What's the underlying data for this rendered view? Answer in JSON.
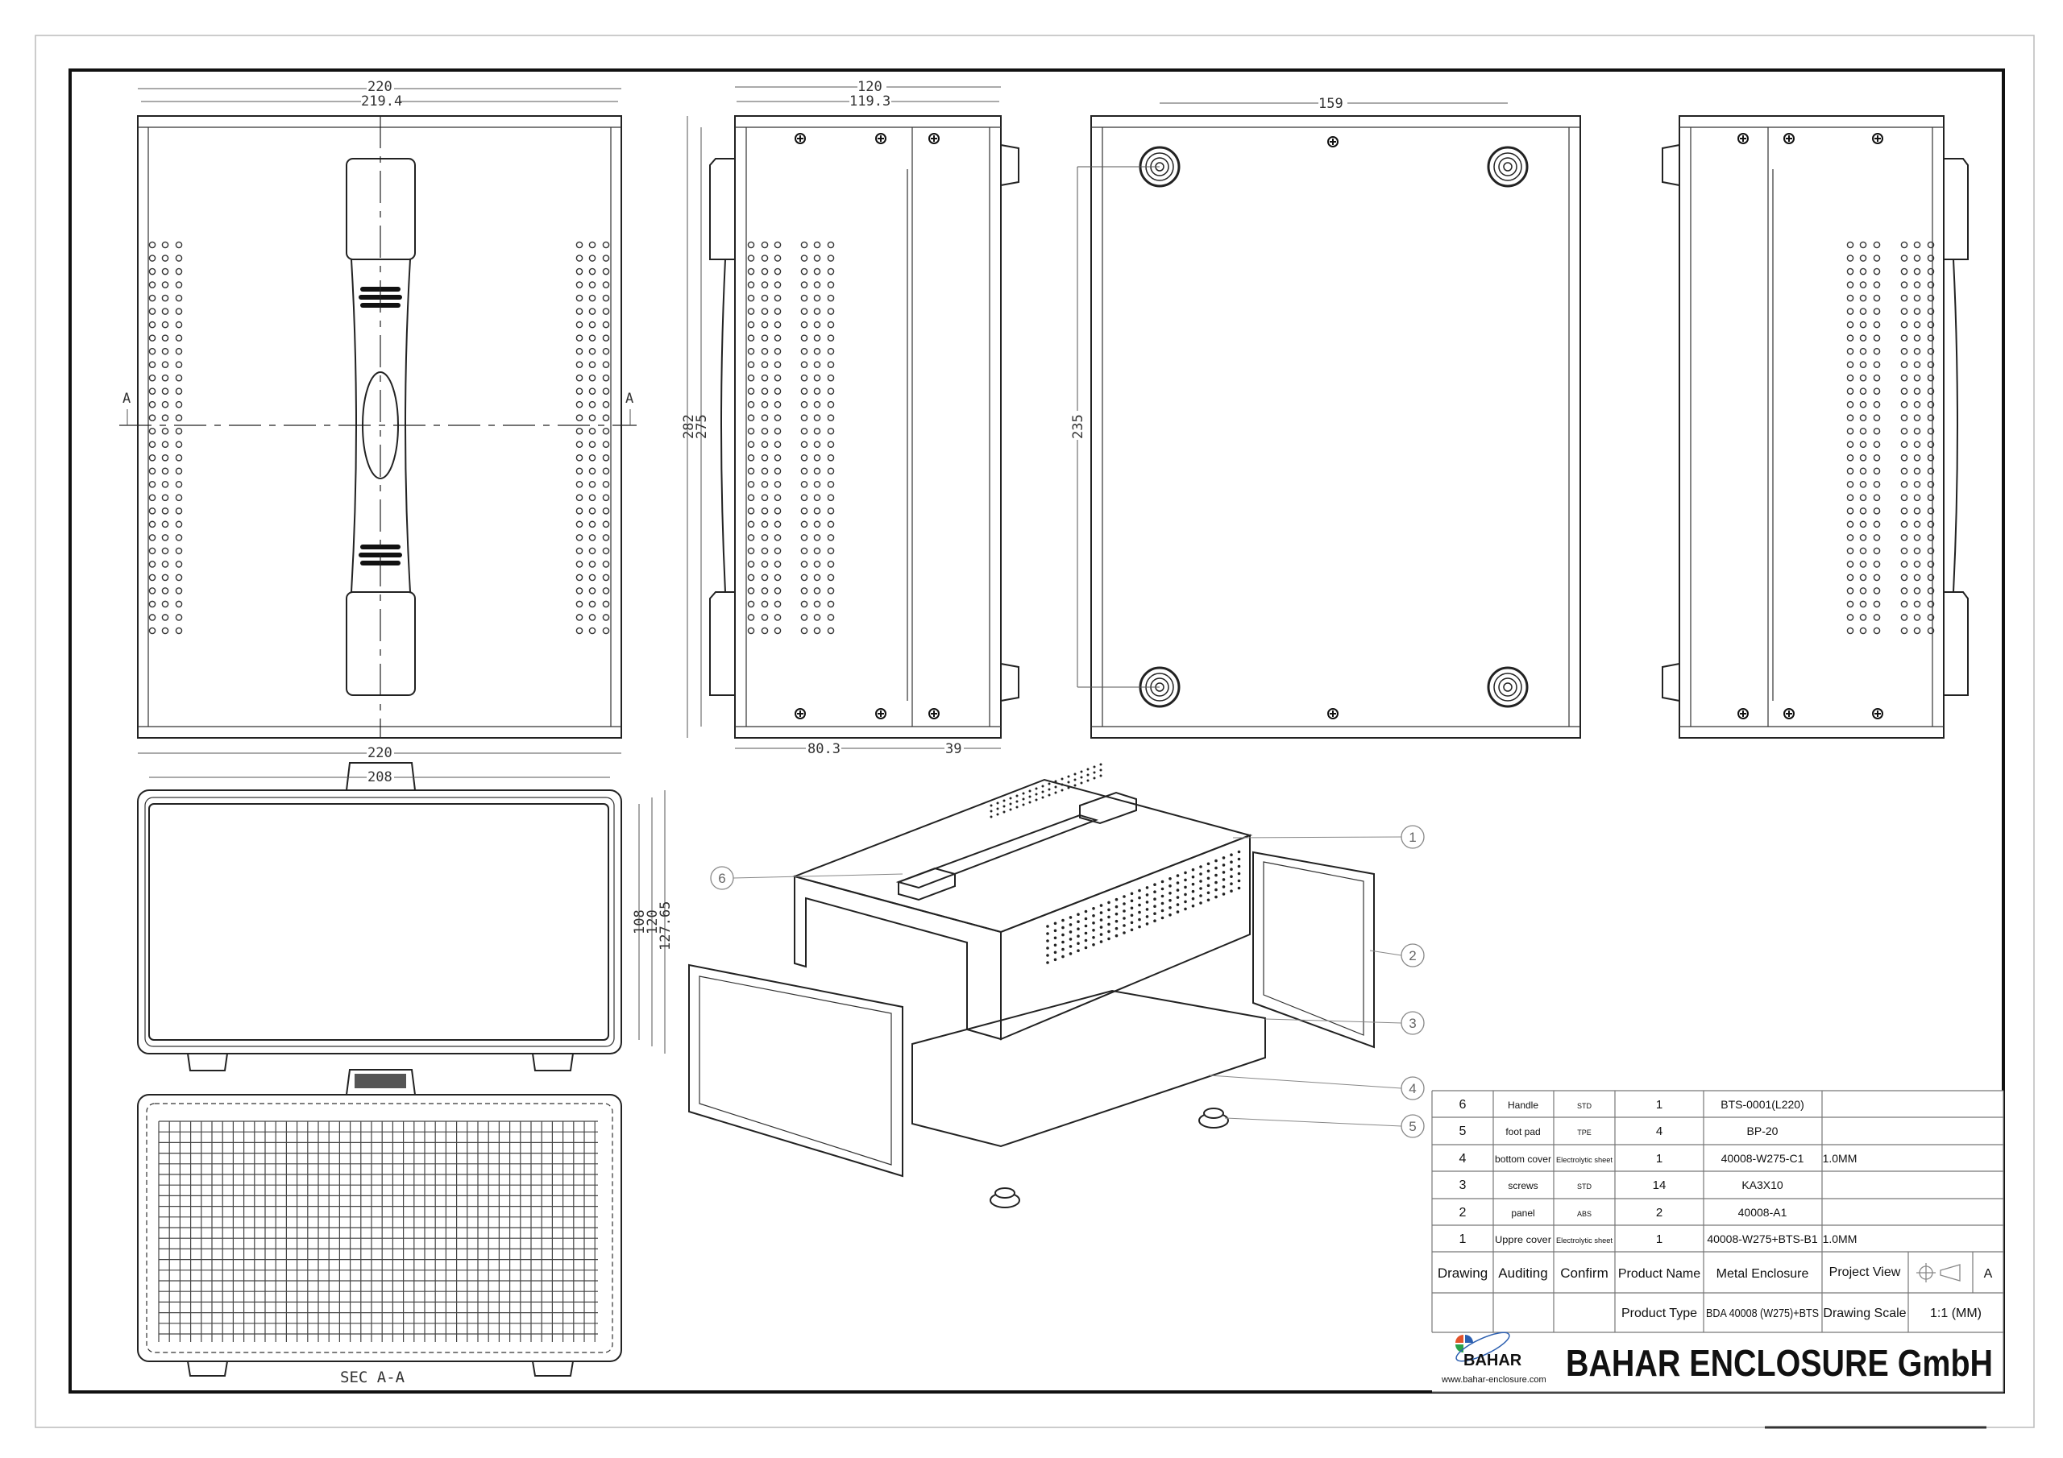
{
  "dimensions": {
    "top_width_outer": "220",
    "top_width_inner": "219.4",
    "side_depth_outer": "120",
    "side_depth_inner": "119.3",
    "side_height_outer": "282",
    "side_height_inner": "275",
    "side_split_a": "80.3",
    "side_split_b": "39",
    "bottom_feet_spacing": "159",
    "bottom_feet_vertical": "235",
    "front_width": "220",
    "front_inner_width": "208",
    "front_height_a": "108",
    "front_height_b": "120",
    "front_height_c": "127.65",
    "section_marker_left": "A",
    "section_marker_right": "A"
  },
  "section_label": "SEC A-A",
  "balloons": [
    "1",
    "2",
    "3",
    "4",
    "5",
    "6"
  ],
  "bom": [
    {
      "no": "6",
      "name": "Handle",
      "material": "STD",
      "qty": "1",
      "code": "BTS-0001(L220)",
      "spec": ""
    },
    {
      "no": "5",
      "name": "foot pad",
      "material": "TPE",
      "qty": "4",
      "code": "BP-20",
      "spec": ""
    },
    {
      "no": "4",
      "name": "bottom cover",
      "material": "Electrolytic sheet",
      "qty": "1",
      "code": "40008-W275-C1",
      "spec": "1.0MM"
    },
    {
      "no": "3",
      "name": "screws",
      "material": "STD",
      "qty": "14",
      "code": "KA3X10",
      "spec": ""
    },
    {
      "no": "2",
      "name": "panel",
      "material": "ABS",
      "qty": "2",
      "code": "40008-A1",
      "spec": ""
    },
    {
      "no": "1",
      "name": "Uppre cover",
      "material": "Electrolytic sheet",
      "qty": "1",
      "code": "40008-W275+BTS-B1",
      "spec": "1.0MM"
    }
  ],
  "title_block": {
    "drawing": "Drawing",
    "auditing": "Auditing",
    "confirm": "Confirm",
    "product_name_label": "Product Name",
    "product_name": "Metal Enclosure",
    "project_view_label": "Project View",
    "sheet_size": "A",
    "product_type_label": "Product Type",
    "product_type": "BDA 40008 (W275)+BTS",
    "drawing_scale_label": "Drawing Scale",
    "drawing_scale": "1:1 (MM)"
  },
  "logo": {
    "brand": "BAHAR",
    "url": "www.bahar-enclosure.com"
  },
  "company_name": "BAHAR ENCLOSURE GmbH"
}
